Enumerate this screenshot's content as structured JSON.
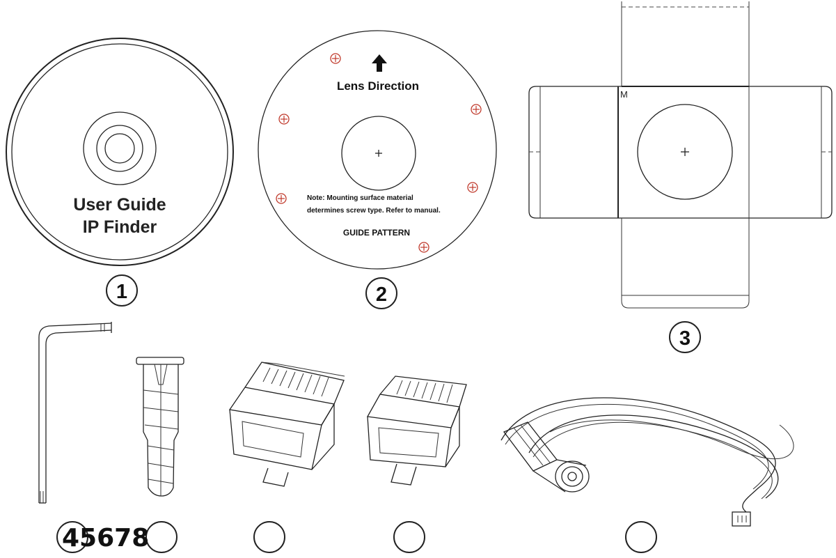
{
  "cd": {
    "line1": "User Guide",
    "line2": "IP Finder"
  },
  "guide": {
    "arrow_icon": "arrow-up-icon",
    "direction_label": "Lens Direction",
    "note_line1": "Note: Mounting surface material",
    "note_line2": "determines screw type. Refer to manual.",
    "pattern_label": "GUIDE PATTERN",
    "screw_color": "#c0392b"
  },
  "template": {
    "marker_label": "M"
  },
  "callouts": {
    "item1": "1",
    "item2": "2",
    "item3": "3",
    "bottom_row": "45678"
  }
}
